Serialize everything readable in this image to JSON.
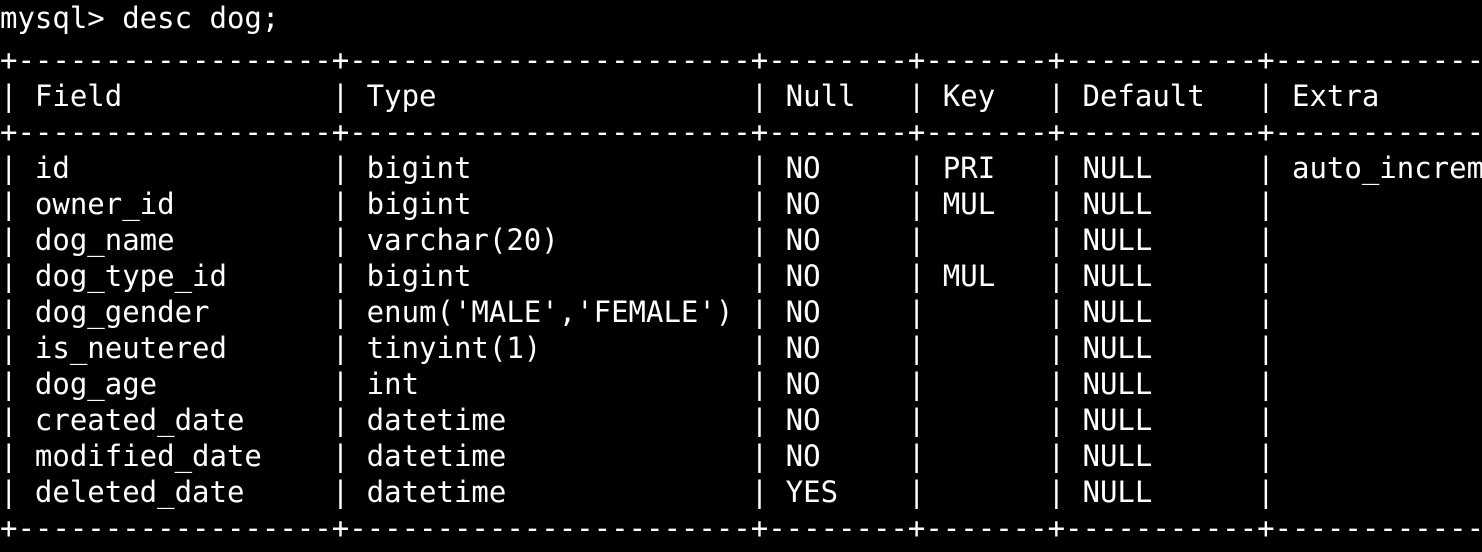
{
  "terminal": {
    "background_color": "#000000",
    "foreground_color": "#ffffff",
    "prompt": "mysql> ",
    "command": "desc dog;",
    "prompt_line": "mysql> desc dog;"
  },
  "table": {
    "border_rule": "+----------------+---------------------+------+-----+---------+----------------+",
    "columns": [
      {
        "header": "Field",
        "width": 16,
        "align": "left"
      },
      {
        "header": "Type",
        "width": 21,
        "align": "left"
      },
      {
        "header": "Null",
        "width": 6,
        "align": "left"
      },
      {
        "header": "Key",
        "width": 5,
        "align": "left"
      },
      {
        "header": "Default",
        "width": 9,
        "align": "left"
      },
      {
        "header": "Extra",
        "width": 16,
        "align": "left"
      }
    ],
    "header_row": "| Field          | Type                | Null | Key | Default | Extra          |",
    "rows": [
      {
        "Field": "id",
        "Type": "bigint",
        "Null": "NO",
        "Key": "PRI",
        "Default": "NULL",
        "Extra": "auto_increment",
        "line": "| id             | bigint              | NO   | PRI | NULL    | auto_increment |"
      },
      {
        "Field": "owner_id",
        "Type": "bigint",
        "Null": "NO",
        "Key": "MUL",
        "Default": "NULL",
        "Extra": "",
        "line": "| owner_id       | bigint              | NO   | MUL | NULL    |                |"
      },
      {
        "Field": "dog_name",
        "Type": "varchar(20)",
        "Null": "NO",
        "Key": "",
        "Default": "NULL",
        "Extra": "",
        "line": "| dog_name       | varchar(20)         | NO   |     | NULL    |                |"
      },
      {
        "Field": "dog_type_id",
        "Type": "bigint",
        "Null": "NO",
        "Key": "MUL",
        "Default": "NULL",
        "Extra": "",
        "line": "| dog_type_id    | bigint              | NO   | MUL | NULL    |                |"
      },
      {
        "Field": "dog_gender",
        "Type": "enum('MALE','FEMALE')",
        "Null": "NO",
        "Key": "",
        "Default": "NULL",
        "Extra": "",
        "line": "| dog_gender     | enum('MALE','FEMALE') | NO   |     | NULL    |                |"
      },
      {
        "Field": "is_neutered",
        "Type": "tinyint(1)",
        "Null": "NO",
        "Key": "",
        "Default": "NULL",
        "Extra": "",
        "line": "| is_neutered    | tinyint(1)          | NO   |     | NULL    |                |"
      },
      {
        "Field": "dog_age",
        "Type": "int",
        "Null": "NO",
        "Key": "",
        "Default": "NULL",
        "Extra": "",
        "line": "| dog_age        | int                 | NO   |     | NULL    |                |"
      },
      {
        "Field": "created_date",
        "Type": "datetime",
        "Null": "NO",
        "Key": "",
        "Default": "NULL",
        "Extra": "",
        "line": "| created_date   | datetime            | NO   |     | NULL    |                |"
      },
      {
        "Field": "modified_date",
        "Type": "datetime",
        "Null": "NO",
        "Key": "",
        "Default": "NULL",
        "Extra": "",
        "line": "| modified_date  | datetime            | NO   |     | NULL    |                |"
      },
      {
        "Field": "deleted_date",
        "Type": "datetime",
        "Null": "YES",
        "Key": "",
        "Default": "NULL",
        "Extra": "",
        "line": "| deleted_date   | datetime            | YES  |     | NULL    |                |"
      }
    ]
  }
}
